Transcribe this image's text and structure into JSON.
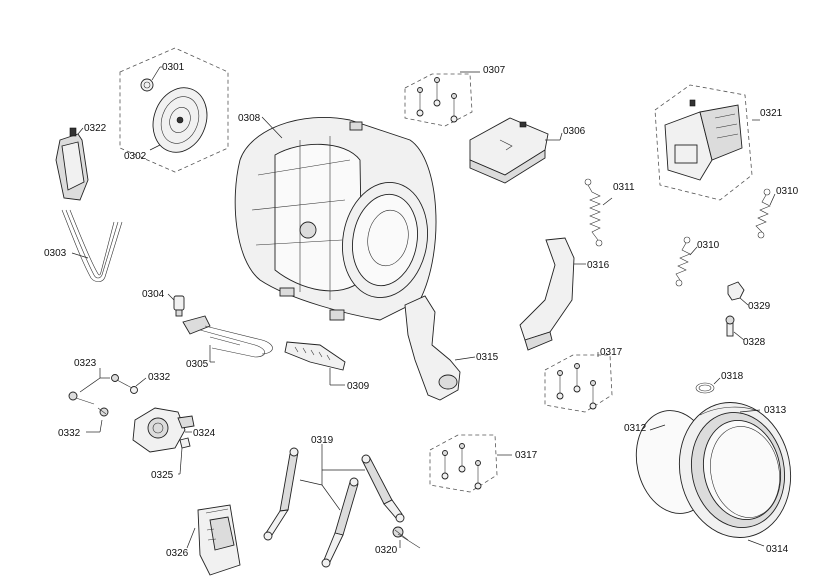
{
  "labels": {
    "p0301": "0301",
    "p0302": "0302",
    "p0303": "0303",
    "p0304": "0304",
    "p0305": "0305",
    "p0306": "0306",
    "p0307": "0307",
    "p0308": "0308",
    "p0309": "0309",
    "p0310a": "0310",
    "p0310b": "0310",
    "p0311": "0311",
    "p0312": "0312",
    "p0313": "0313",
    "p0314": "0314",
    "p0315": "0315",
    "p0316": "0316",
    "p0317a": "0317",
    "p0317b": "0317",
    "p0318": "0318",
    "p0319": "0319",
    "p0320": "0320",
    "p0321": "0321",
    "p0322": "0322",
    "p0323": "0323",
    "p0324": "0324",
    "p0325": "0325",
    "p0326": "0326",
    "p0328": "0328",
    "p0329": "0329",
    "p0332a": "0332",
    "p0332b": "0332"
  }
}
